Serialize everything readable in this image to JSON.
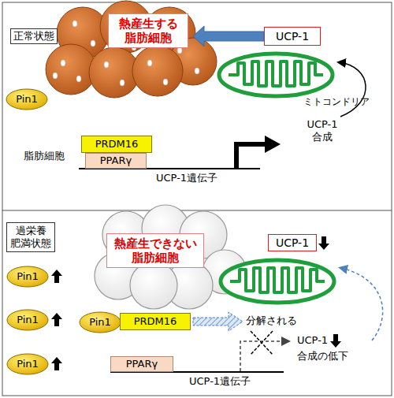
{
  "diagram": {
    "nodes": [
      {
        "text": [
          "正常状態"
        ]
      },
      {
        "text": [
          "熱産生する 脂肪細胞"
        ]
      },
      {
        "text": [
          "UCP-1"
        ]
      },
      {
        "text": [
          "Pin1"
        ]
      },
      {
        "text": [
          "PRDM16"
        ]
      },
      {
        "text": [
          "PPARγ"
        ]
      },
      {
        "text": [
          "過栄養 肥満状態"
        ]
      },
      {
        "text": [
          "熱産生できない 脂肪細胞"
        ]
      },
      {
        "text": [
          "UCP-1"
        ]
      },
      {
        "text": [
          "Pin1"
        ]
      },
      {
        "text": [
          "Pin1"
        ]
      },
      {
        "text": [
          "Pin1"
        ]
      },
      {
        "text": [
          "Pin1"
        ]
      },
      {
        "text": [
          "PRDM16"
        ]
      },
      {
        "text": [
          "PPARγ"
        ]
      }
    ],
    "edges": [
      {
        "from": 2,
        "to": 1,
        "arrow": "to"
      }
    ],
    "labels": [
      "ミトコンドリア",
      "脂肪細胞",
      "UCP-1遺伝子",
      "UCP-1 合成",
      "分解される",
      "UCP-1",
      "合成の低下",
      "UCP-1遺伝子"
    ]
  }
}
